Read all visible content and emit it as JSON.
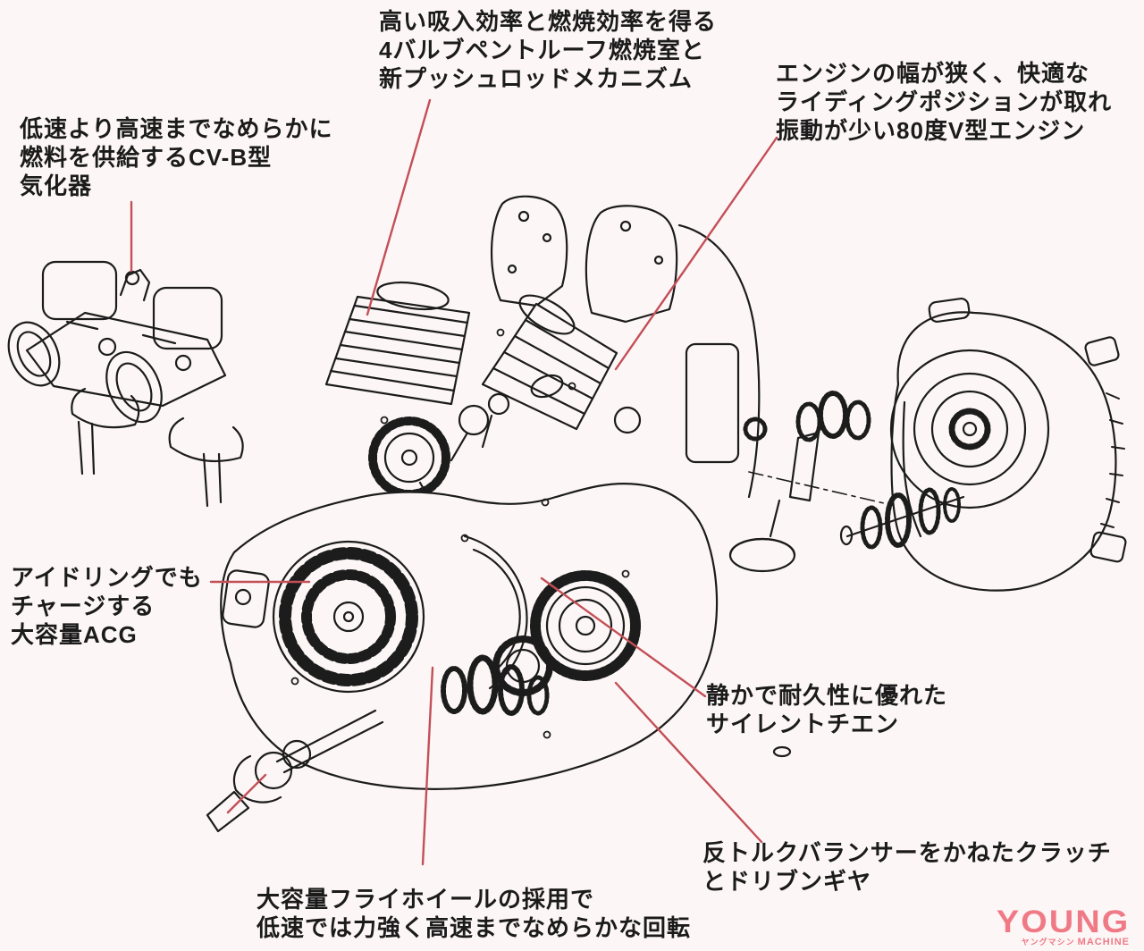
{
  "meta": {
    "background_color": "#fdf6f6",
    "ink_color": "#1c1c1c",
    "leader_line_color": "#c34f57",
    "logo_color": "#ef7a86",
    "subject": "80-degree V-twin engine cutaway diagram"
  },
  "annotations": {
    "combustion": {
      "lines": [
        "高い吸入効率と燃焼効率を得る",
        "4バルブペントルーフ燃焼室と",
        "新プッシュロッドメカニズム"
      ]
    },
    "v_engine": {
      "lines": [
        "エンジンの幅が狭く、快適な",
        "ライディングポジションが取れ",
        "振動が少い80度V型エンジン"
      ]
    },
    "carburetor": {
      "lines": [
        "低速より高速までなめらかに",
        "燃料を供給するCV-B型",
        "気化器"
      ]
    },
    "acg": {
      "lines": [
        "アイドリングでも",
        "チャージする",
        "大容量ACG"
      ]
    },
    "silent_chain": {
      "lines": [
        "静かで耐久性に優れた",
        "サイレントチエン"
      ]
    },
    "clutch": {
      "lines": [
        "反トルクバランサーをかねたクラッチ",
        "とドリブンギヤ"
      ]
    },
    "flywheel": {
      "lines": [
        "大容量フライホイールの採用で",
        "低速では力強く高速までなめらかな回転"
      ]
    }
  },
  "logo": {
    "name": "YOUNG",
    "subtitle_jp": "ヤングマシン",
    "subtitle_en": "MACHINE"
  }
}
